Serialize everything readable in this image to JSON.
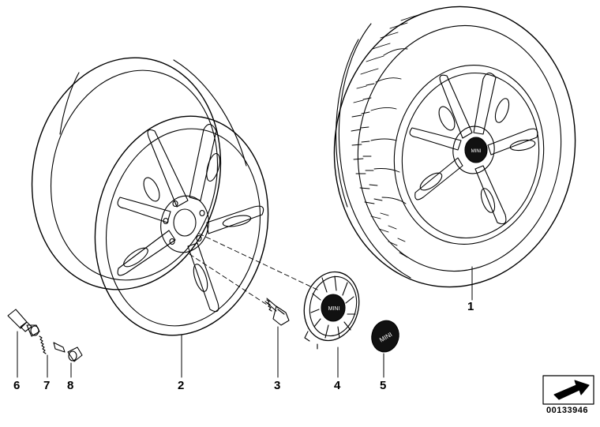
{
  "callouts": {
    "c1": "1",
    "c2": "2",
    "c3": "3",
    "c4": "4",
    "c5": "5",
    "c6": "6",
    "c7": "7",
    "c8": "8"
  },
  "logos": {
    "cap_logo": "MINI",
    "tire_logo": "MINI",
    "emblem_logo": "MINI"
  },
  "doc_number": "00133946",
  "icons": {
    "arrow": "arrow-icon"
  }
}
